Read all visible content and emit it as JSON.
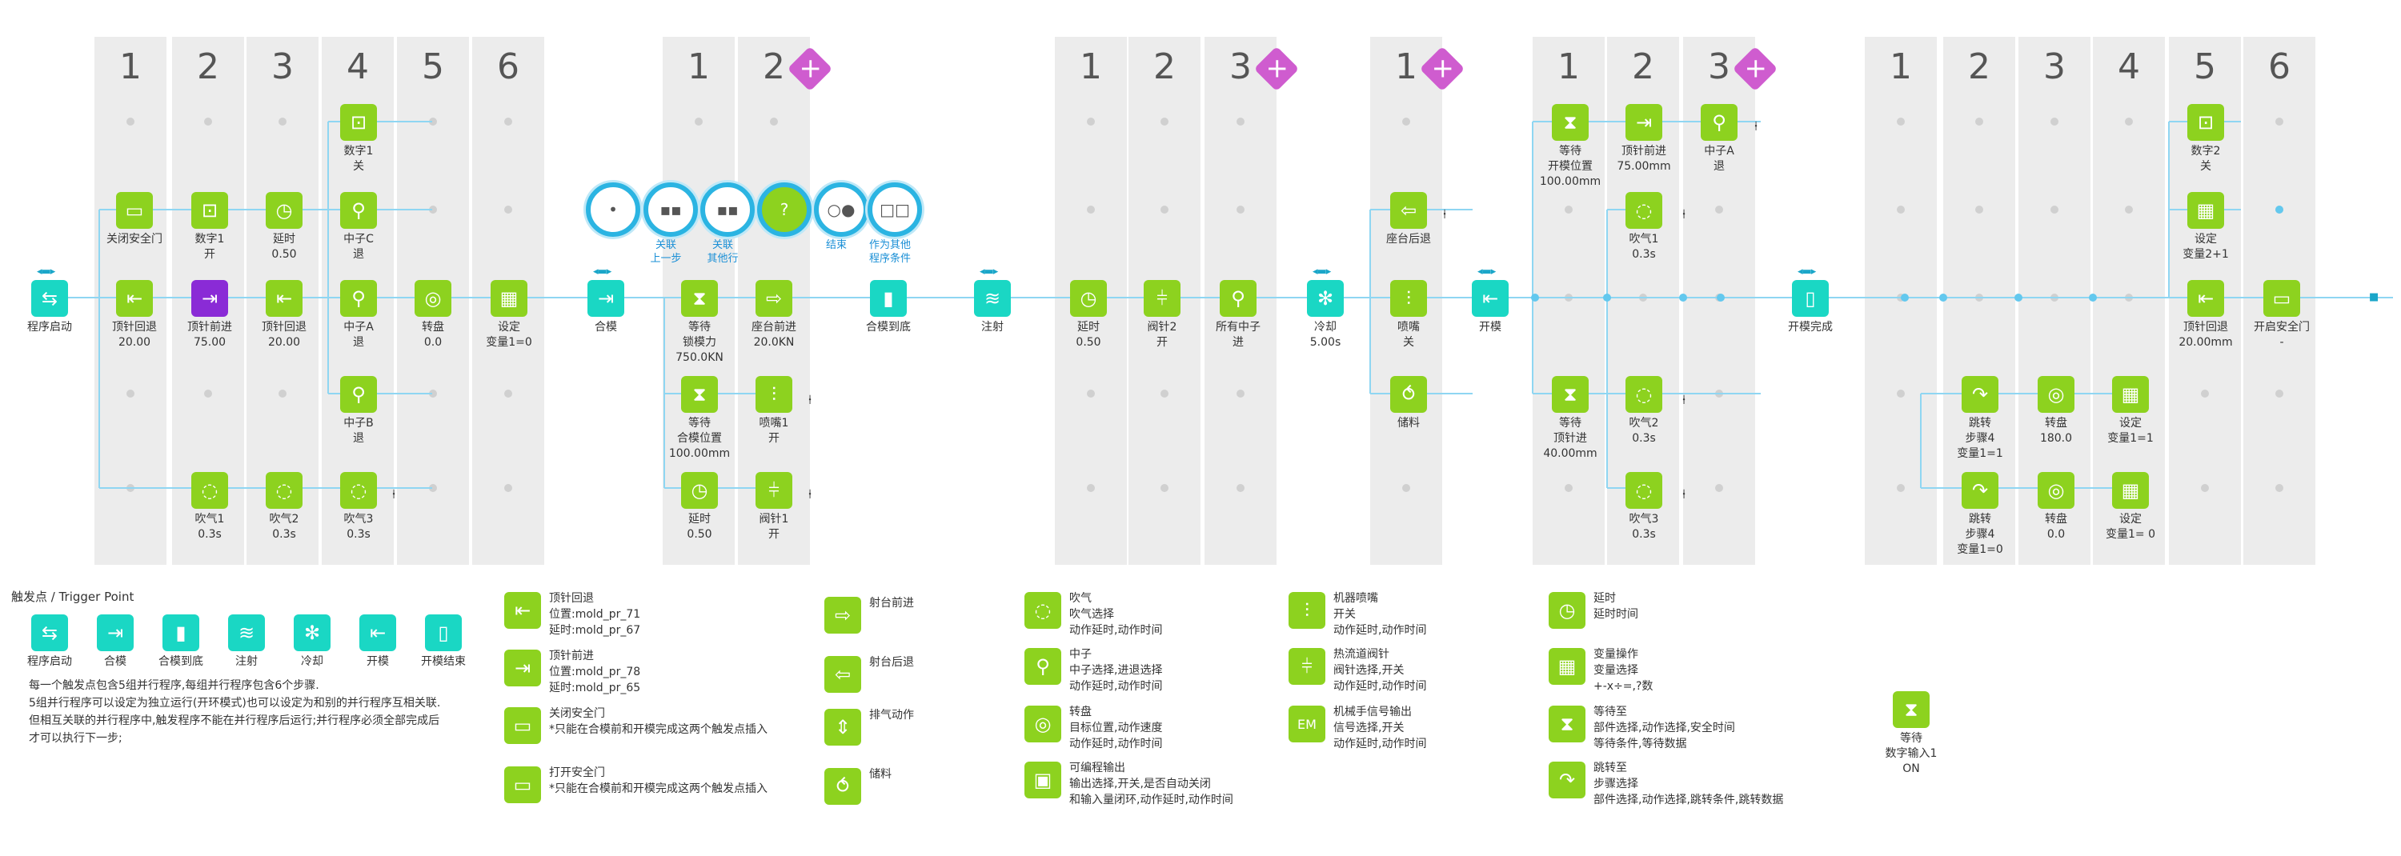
{
  "columns": [
    {
      "id": "c1",
      "num": "1"
    },
    {
      "id": "c2",
      "num": "2"
    },
    {
      "id": "c3",
      "num": "3"
    },
    {
      "id": "c4",
      "num": "4"
    },
    {
      "id": "c5",
      "num": "5"
    },
    {
      "id": "c6",
      "num": "6"
    },
    {
      "id": "c7",
      "num": "1"
    },
    {
      "id": "c8",
      "num": "2"
    },
    {
      "id": "c9",
      "num": "1"
    },
    {
      "id": "c10",
      "num": "2"
    },
    {
      "id": "c11",
      "num": "3"
    },
    {
      "id": "c12",
      "num": "1"
    },
    {
      "id": "c13",
      "num": "1"
    },
    {
      "id": "c14",
      "num": "2"
    },
    {
      "id": "c15",
      "num": "3"
    },
    {
      "id": "c16",
      "num": "1"
    },
    {
      "id": "c17",
      "num": "2"
    },
    {
      "id": "c18",
      "num": "3"
    },
    {
      "id": "c19",
      "num": "4"
    },
    {
      "id": "c20",
      "num": "5"
    },
    {
      "id": "c21",
      "num": "6"
    }
  ],
  "plus_symbol": "+",
  "nodes": [
    {
      "id": "n_start",
      "icon": "program-start-icon",
      "label": "程序启动",
      "color": "cyan"
    },
    {
      "id": "n_close_door",
      "icon": "door-close-icon",
      "label": "关闭安全门",
      "color": "green"
    },
    {
      "id": "n_ej_back",
      "icon": "ejector-back-icon",
      "label": "顶针回退\n20.00",
      "color": "green"
    },
    {
      "id": "n_num1_on",
      "icon": "digital-out-icon",
      "label": "数字1\n开",
      "color": "green"
    },
    {
      "id": "n_ej_fwd",
      "icon": "ejector-forward-icon",
      "label": "顶针前进\n75.00",
      "color": "violet"
    },
    {
      "id": "n_blow1",
      "icon": "air-blow-icon",
      "label": "吹气1\n0.3s",
      "color": "green"
    },
    {
      "id": "n_delay1",
      "icon": "delay-icon",
      "label": "延时\n0.50",
      "color": "green"
    },
    {
      "id": "n_ej_back2",
      "icon": "ejector-back-icon",
      "label": "顶针回退\n20.00",
      "color": "green"
    },
    {
      "id": "n_blow2",
      "icon": "air-blow-icon",
      "label": "吹气2\n0.3s",
      "color": "green"
    },
    {
      "id": "n_num1_off",
      "icon": "digital-out-icon",
      "label": "数字1\n关",
      "color": "green"
    },
    {
      "id": "n_coreC",
      "icon": "core-icon",
      "label": "中子C\n退",
      "color": "green"
    },
    {
      "id": "n_coreA",
      "icon": "core-icon",
      "label": "中子A\n退",
      "color": "green"
    },
    {
      "id": "n_coreB",
      "icon": "core-icon",
      "label": "中子B\n退",
      "color": "green"
    },
    {
      "id": "n_blow3",
      "icon": "air-blow-icon",
      "label": "吹气3\n0.3s",
      "color": "green"
    },
    {
      "id": "n_turn1",
      "icon": "turntable-icon",
      "label": "转盘\n0.0",
      "color": "green"
    },
    {
      "id": "n_var1",
      "icon": "calculator-icon",
      "label": "设定\n变量1=0",
      "color": "green"
    },
    {
      "id": "n_mold_close",
      "icon": "mold-close-icon",
      "label": "合模",
      "color": "cyan"
    },
    {
      "id": "n_wait_lock",
      "icon": "hourglass-icon",
      "label": "等待\n锁模力\n750.0KN",
      "color": "green"
    },
    {
      "id": "n_wait_pos",
      "icon": "hourglass-icon",
      "label": "等待\n合模位置\n100.00mm",
      "color": "green"
    },
    {
      "id": "n_delay2",
      "icon": "delay-icon",
      "label": "延时\n0.50",
      "color": "green"
    },
    {
      "id": "n_seat_fwd",
      "icon": "carriage-forward-icon",
      "label": "座台前进\n20.0KN",
      "color": "green"
    },
    {
      "id": "n_nozzle1",
      "icon": "nozzle-icon",
      "label": "喷嘴1\n开",
      "color": "green"
    },
    {
      "id": "n_valve1",
      "icon": "valve-gate-icon",
      "label": "阀针1\n开",
      "color": "green"
    },
    {
      "id": "n_mold_done",
      "icon": "mold-closed-icon",
      "label": "合模到底",
      "color": "cyan"
    },
    {
      "id": "n_inject",
      "icon": "injection-icon",
      "label": "注射",
      "color": "cyan"
    },
    {
      "id": "n_delay3",
      "icon": "delay-icon",
      "label": "延时\n0.50",
      "color": "green"
    },
    {
      "id": "n_valve2",
      "icon": "valve-gate-icon",
      "label": "阀针2\n开",
      "color": "green"
    },
    {
      "id": "n_all_core",
      "icon": "core-icon",
      "label": "所有中子\n进",
      "color": "green"
    },
    {
      "id": "n_cool",
      "icon": "cooling-icon",
      "label": "冷却\n5.00s",
      "color": "cyan"
    },
    {
      "id": "n_seat_back",
      "icon": "carriage-back-icon",
      "label": "座台后退",
      "color": "green"
    },
    {
      "id": "n_nozzle_off",
      "icon": "nozzle-icon",
      "label": "喷嘴\n关",
      "color": "green"
    },
    {
      "id": "n_store",
      "icon": "storage-icon",
      "label": "储料",
      "color": "green"
    },
    {
      "id": "n_mold_open",
      "icon": "mold-open-icon",
      "label": "开模",
      "color": "cyan"
    },
    {
      "id": "n_wait_open",
      "icon": "hourglass-icon",
      "label": "等待\n开模位置\n100.00mm",
      "color": "green"
    },
    {
      "id": "n_wait_ej",
      "icon": "hourglass-icon",
      "label": "等待\n顶针进\n40.00mm",
      "color": "green"
    },
    {
      "id": "n_ej_fwd2",
      "icon": "ejector-forward-icon",
      "label": "顶针前进\n75.00mm",
      "color": "green"
    },
    {
      "id": "n_blow1b",
      "icon": "air-blow-icon",
      "label": "吹气1\n0.3s",
      "color": "green"
    },
    {
      "id": "n_blow2b",
      "icon": "air-blow-icon",
      "label": "吹气2\n0.3s",
      "color": "green"
    },
    {
      "id": "n_blow3b",
      "icon": "air-blow-icon",
      "label": "吹气3\n0.3s",
      "color": "green"
    },
    {
      "id": "n_coreA2",
      "icon": "core-icon",
      "label": "中子A\n退",
      "color": "green"
    },
    {
      "id": "n_open_done",
      "icon": "mold-open-done-icon",
      "label": "开模完成",
      "color": "cyan"
    },
    {
      "id": "n_jump1",
      "icon": "jump-icon",
      "label": "跳转\n步骤4\n变量1=1",
      "color": "green"
    },
    {
      "id": "n_jump2",
      "icon": "jump-icon",
      "label": "跳转\n步骤4\n变量1=0",
      "color": "green"
    },
    {
      "id": "n_turn180",
      "icon": "turntable-icon",
      "label": "转盘\n180.0",
      "color": "green"
    },
    {
      "id": "n_turn0",
      "icon": "turntable-icon",
      "label": "转盘\n0.0",
      "color": "green"
    },
    {
      "id": "n_var_set1",
      "icon": "calculator-icon",
      "label": "设定\n变量1=1",
      "color": "green"
    },
    {
      "id": "n_var_set0",
      "icon": "calculator-icon",
      "label": "设定\n变量1= 0",
      "color": "green"
    },
    {
      "id": "n_num2_off",
      "icon": "digital-out-icon",
      "label": "数字2\n关",
      "color": "green"
    },
    {
      "id": "n_var2",
      "icon": "calculator-icon",
      "label": "设定\n变量2+1",
      "color": "green"
    },
    {
      "id": "n_ej_back3",
      "icon": "ejector-back-icon",
      "label": "顶针回退\n20.00mm",
      "color": "green"
    },
    {
      "id": "n_open_door",
      "icon": "door-open-icon",
      "label": "开启安全门\n-",
      "color": "green"
    }
  ],
  "link_options": [
    {
      "id": "o1",
      "icon": "link-dots-icon",
      "label": ""
    },
    {
      "id": "o2",
      "icon": "link-prev-icon",
      "label": "关联\n上一步"
    },
    {
      "id": "o3",
      "icon": "link-other-icon",
      "label": "关联\n其他行"
    },
    {
      "id": "o4",
      "icon": "question-icon",
      "label": ""
    },
    {
      "id": "o5",
      "icon": "end-icon",
      "label": "结束"
    },
    {
      "id": "o6",
      "icon": "condition-icon",
      "label": "作为其他\n程序条件"
    }
  ],
  "legend": {
    "title": "触发点 / Trigger Point",
    "triggers": [
      {
        "icon": "program-start-icon",
        "label": "程序启动"
      },
      {
        "icon": "mold-close-icon",
        "label": "合模"
      },
      {
        "icon": "mold-closed-icon",
        "label": "合模到底"
      },
      {
        "icon": "injection-icon",
        "label": "注射"
      },
      {
        "icon": "cooling-icon",
        "label": "冷却"
      },
      {
        "icon": "mold-open-icon",
        "label": "开模"
      },
      {
        "icon": "mold-open-done-icon",
        "label": "开模结束"
      }
    ],
    "note": "每一个触发点包含5组并行程序,每组并行程序包含6个步骤.\n5组并行程序可以设定为独立运行(开环模式)也可以设定为和别的并行程序互相关联.\n但相互关联的并行程序中,触发程序不能在并行程序后运行;并行程序必须全部完成后\n才可以执行下一步;",
    "items": [
      {
        "icon": "ejector-back-icon",
        "text": "顶针回退\n位置:mold_pr_71\n延时:mold_pr_67"
      },
      {
        "icon": "ejector-forward-icon",
        "text": "顶针前进\n位置:mold_pr_78\n延时:mold_pr_65"
      },
      {
        "icon": "door-close-icon",
        "text": "关闭安全门\n*只能在合模前和开模完成这两个触发点插入"
      },
      {
        "icon": "door-open-icon",
        "text": "打开安全门\n*只能在合模前和开模完成这两个触发点插入"
      },
      {
        "icon": "carriage-forward-icon",
        "text": "射台前进"
      },
      {
        "icon": "carriage-back-icon",
        "text": "射台后退"
      },
      {
        "icon": "exhaust-icon",
        "text": "排气动作"
      },
      {
        "icon": "storage-icon",
        "text": "储料"
      },
      {
        "icon": "air-blow-icon",
        "text": "吹气\n吹气选择\n动作延时,动作时间"
      },
      {
        "icon": "core-icon",
        "text": "中子\n中子选择,进退选择\n动作延时,动作时间"
      },
      {
        "icon": "turntable-icon",
        "text": "转盘\n目标位置,动作速度\n动作延时,动作时间"
      },
      {
        "icon": "programmable-output-icon",
        "text": "可编程输出\n输出选择,开关,是否自动关闭\n和输入量闭环,动作延时,动作时间"
      },
      {
        "icon": "nozzle-icon",
        "text": "机器喷嘴\n开关\n动作延时,动作时间"
      },
      {
        "icon": "valve-gate-icon",
        "text": "热流道阀针\n阀针选择,开关\n动作延时,动作时间"
      },
      {
        "icon": "em-signal-icon",
        "text": "机械手信号输出\n信号选择,开关\n动作延时,动作时间"
      },
      {
        "icon": "delay-icon",
        "text": "延时\n延时时间"
      },
      {
        "icon": "calculator-icon",
        "text": "变量操作\n变量选择\n+-x÷=,?数"
      },
      {
        "icon": "hourglass-icon",
        "text": "等待至\n部件选择,动作选择,安全时间\n等待条件,等待数据"
      },
      {
        "icon": "jump-icon",
        "text": "跳转至\n步骤选择\n部件选择,动作选择,跳转条件,跳转数据"
      },
      {
        "icon": "hourglass-icon",
        "text": "等待\n数字输入1\nON"
      }
    ]
  },
  "colors": {
    "green": "#8dd21f",
    "cyan": "#1ad7c4",
    "violet": "#8a2bd6",
    "line": "#8fd6f2",
    "plus": "#cf5ccf",
    "column": "#ececec"
  }
}
